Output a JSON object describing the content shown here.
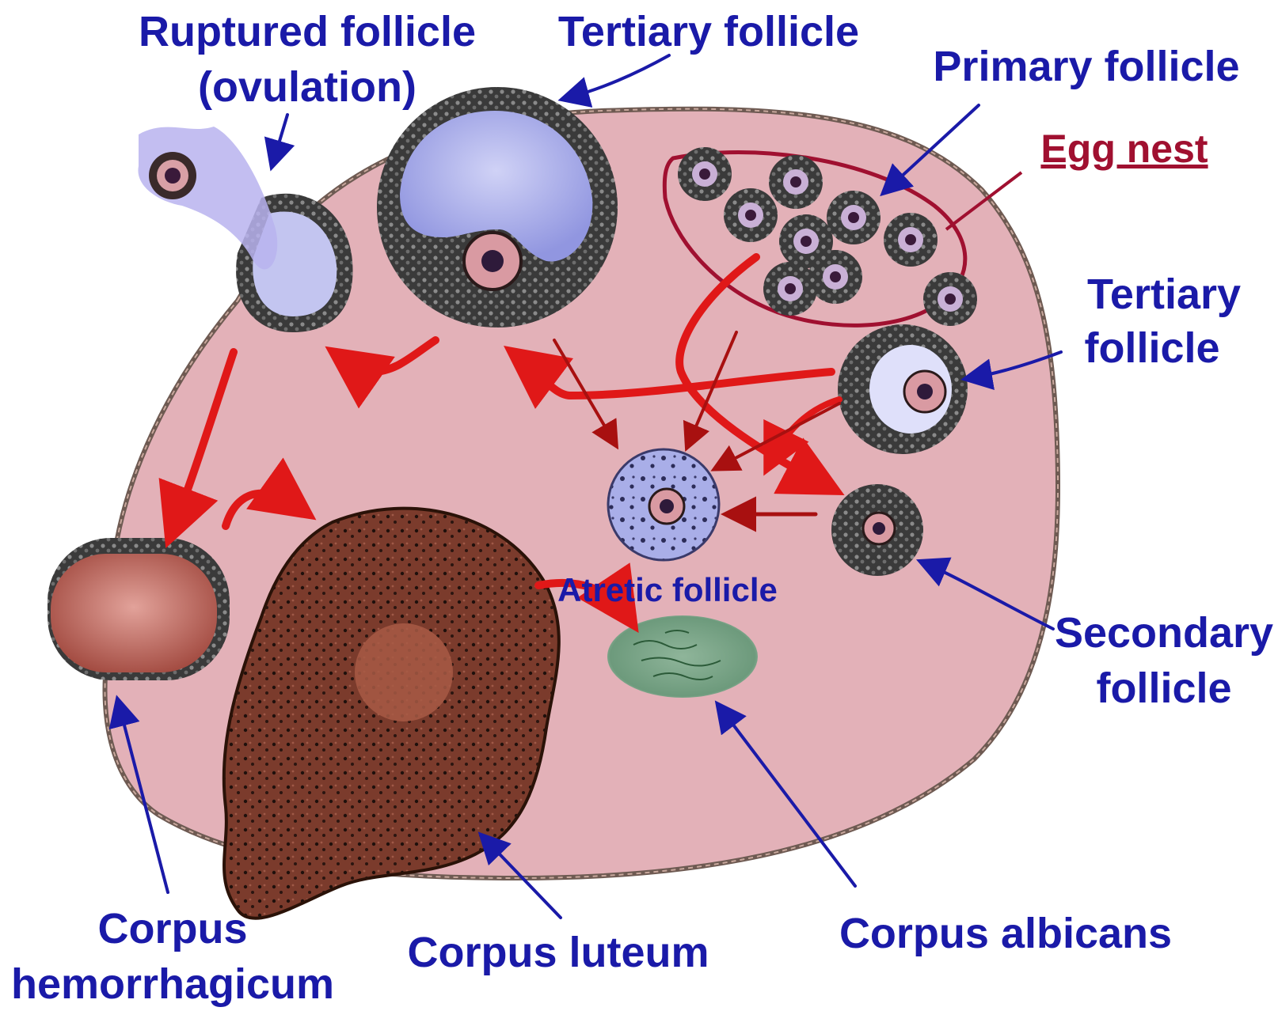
{
  "colors": {
    "label_blue": "#1a1aa8",
    "label_red": "#a01030",
    "ovary": "#e3b1b8",
    "ovary_outline": "#6e5a52",
    "arrow_red": "#e01818",
    "arrow_dark_red": "#a81010",
    "antrum": "#aeb2ec",
    "granulosa": "#2f2f2f",
    "corpus_luteum": "#7a3a2a",
    "corpus_hemorrhagicum": "#b45a4e",
    "corpus_albicans": "#7fa88a"
  },
  "labels": {
    "ruptured_line1": "Ruptured follicle",
    "ruptured_line2": "(ovulation)",
    "tertiary_top": "Tertiary follicle",
    "primary": "Primary follicle",
    "egg_nest": "Egg nest",
    "tertiary_right_line1": "Tertiary",
    "tertiary_right_line2": "follicle",
    "atretic": "Atretic follicle",
    "secondary_line1": "Secondary",
    "secondary_line2": "follicle",
    "corpus_albicans": "Corpus albicans",
    "corpus_luteum": "Corpus luteum",
    "corpus_hemorrhagicum_line1": "Corpus",
    "corpus_hemorrhagicum_line2": "hemorrhagicum"
  },
  "icons": {
    "stage_arrow": "arrow-icon",
    "pointer_arrow": "pointer-arrow-icon"
  }
}
